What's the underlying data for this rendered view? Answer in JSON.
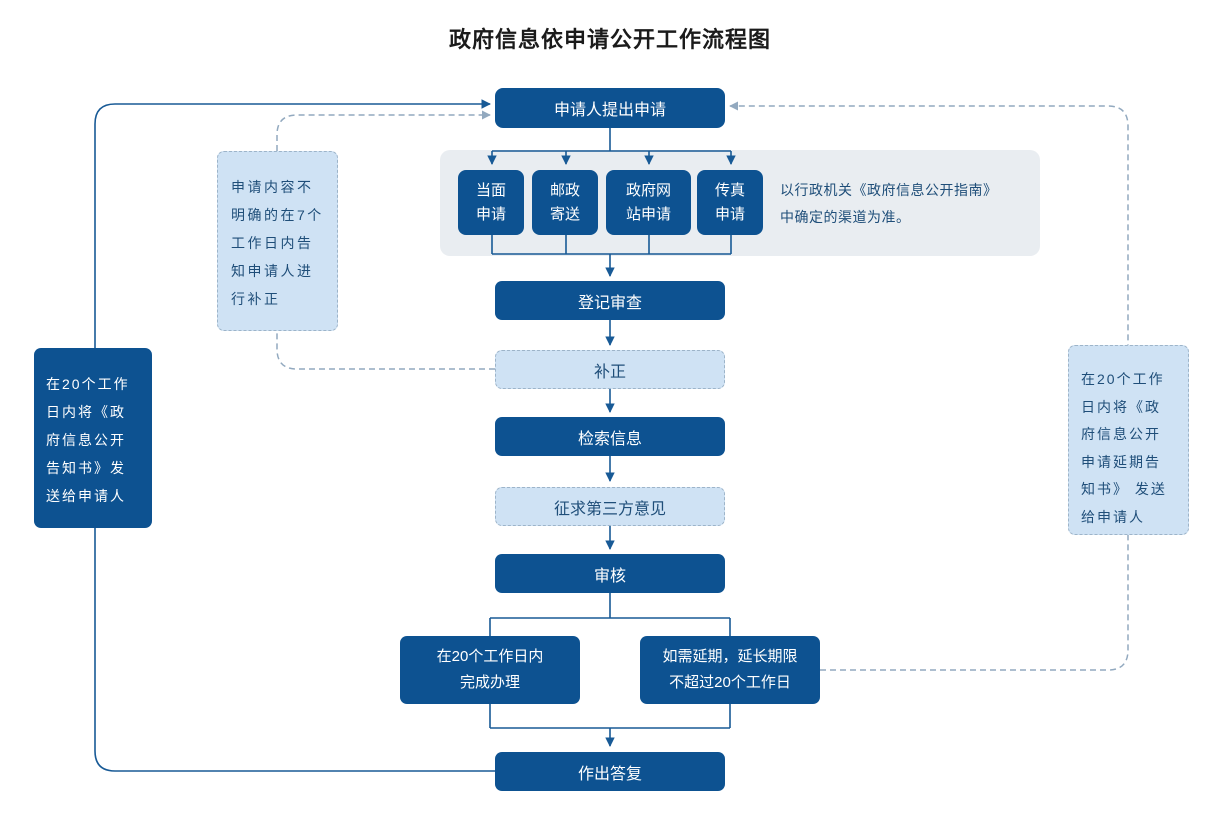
{
  "title": "政府信息依申请公开工作流程图",
  "flow": {
    "apply": "申请人提出申请",
    "channels": [
      "当面\n申请",
      "邮政\n寄送",
      "政府网\n站申请",
      "传真\n申请"
    ],
    "channels_note": "以行政机关《政府信息公开指南》\n中确定的渠道为准。",
    "register": "登记审查",
    "supplement": "补正",
    "search": "检索信息",
    "third_party": "征求第三方意见",
    "review": "审核",
    "complete": "在20个工作日内\n完成办理",
    "extension": "如需延期，延长期限\n不超过20个工作日",
    "reply": "作出答复"
  },
  "annotations": {
    "left_dashed": "申请内容不\n明确的在7个\n工作日内告\n知申请人进\n行补正",
    "left_solid": "在20个工作\n日内将《政\n府信息公开\n告知书》发\n送给申请人",
    "right_dashed": "在20个工作\n日内将《政\n府信息公开\n申请延期告\n知书》 发送\n给申请人"
  },
  "colors": {
    "node_dark": "#0d5291",
    "node_light": "#cfe2f4",
    "panel": "#e9edf1",
    "solid_line": "#185a96",
    "dashed_line": "#92a9bf",
    "text_dark_blue": "#1f4e79"
  }
}
